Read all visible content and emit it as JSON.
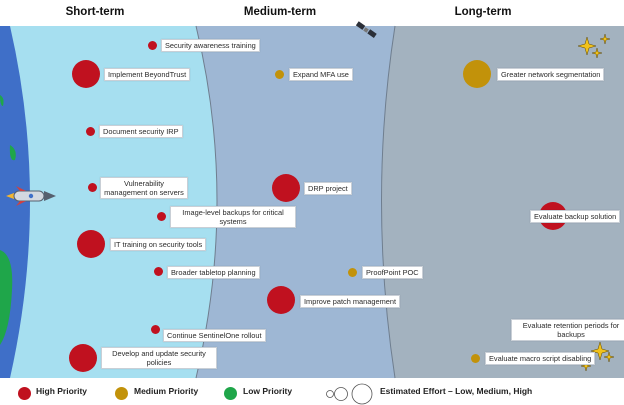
{
  "columns": {
    "short_term": "Short-term",
    "medium_term": "Medium-term",
    "long_term": "Long-term"
  },
  "colors": {
    "high": "#c0111f",
    "medium": "#c2920a",
    "low": "#1fa64a",
    "zone_short": "#a6dff0",
    "zone_medium": "#9eb7d4",
    "zone_long": "#a3b2bf",
    "earth": "#3f6fc8"
  },
  "items": {
    "security_awareness": "Security awareness training",
    "beyondtrust": "Implement BeyondTrust",
    "expand_mfa": "Expand MFA use",
    "network_segmentation": "Greater network segmentation",
    "document_irp": "Document security IRP",
    "vuln_mgmt": "Vulnerability management on servers",
    "drp_project": "DRP project",
    "backup_solution": "Evaluate backup solution",
    "image_backups": "Image-level backups for critical systems",
    "it_training": "IT training on security tools",
    "tabletop": "Broader tabletop planning",
    "proofpoint": "ProofPoint POC",
    "patch_mgmt": "Improve patch management",
    "retention": "Evaluate retention periods for backups",
    "sentinelone": "Continue SentinelOne rollout",
    "macro_script": "Evaluate macro script disabling",
    "policies": "Develop and update security policies"
  },
  "legend": {
    "high": "High Priority",
    "medium": "Medium Priority",
    "low": "Low Priority",
    "effort": "Estimated Effort – Low, Medium, High"
  }
}
